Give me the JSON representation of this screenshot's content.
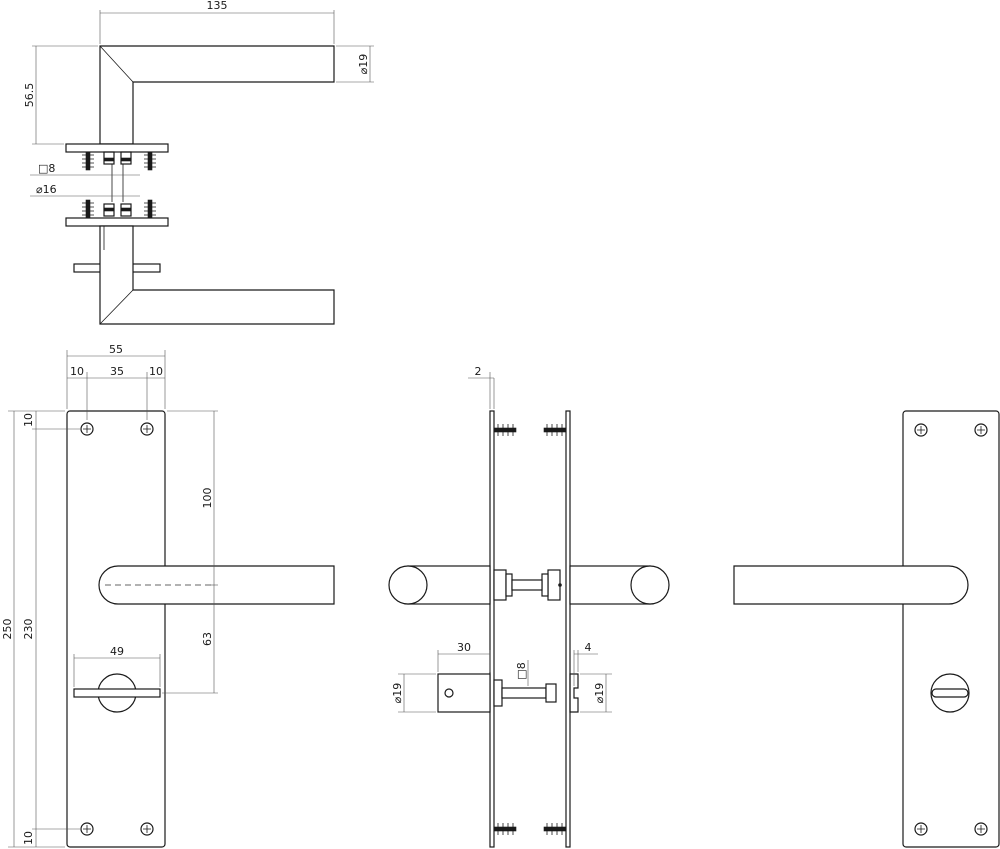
{
  "drawing": {
    "description_label": "",
    "dimensions": {
      "handle_length": "135",
      "handle_drop": "56.5",
      "handle_diameter": "⌀19",
      "spindle_square": "□8",
      "rose_diameter": "⌀16",
      "plate_width": "55",
      "hole_edge_left": "10",
      "hole_spacing": "35",
      "hole_edge_right": "10",
      "hole_top_offset": "10",
      "plate_height": "250",
      "hole_spacing_vertical": "230",
      "hole_bottom_offset": "10",
      "top_to_handle": "100",
      "handle_to_thumbturn": "63",
      "thumbturn_width": "49",
      "plate_thickness": "2",
      "thumbturn_depth": "30",
      "turn_spindle": "□8",
      "turn_knob_diameter": "⌀19",
      "release_depth": "4",
      "release_diameter": "⌀19"
    }
  }
}
